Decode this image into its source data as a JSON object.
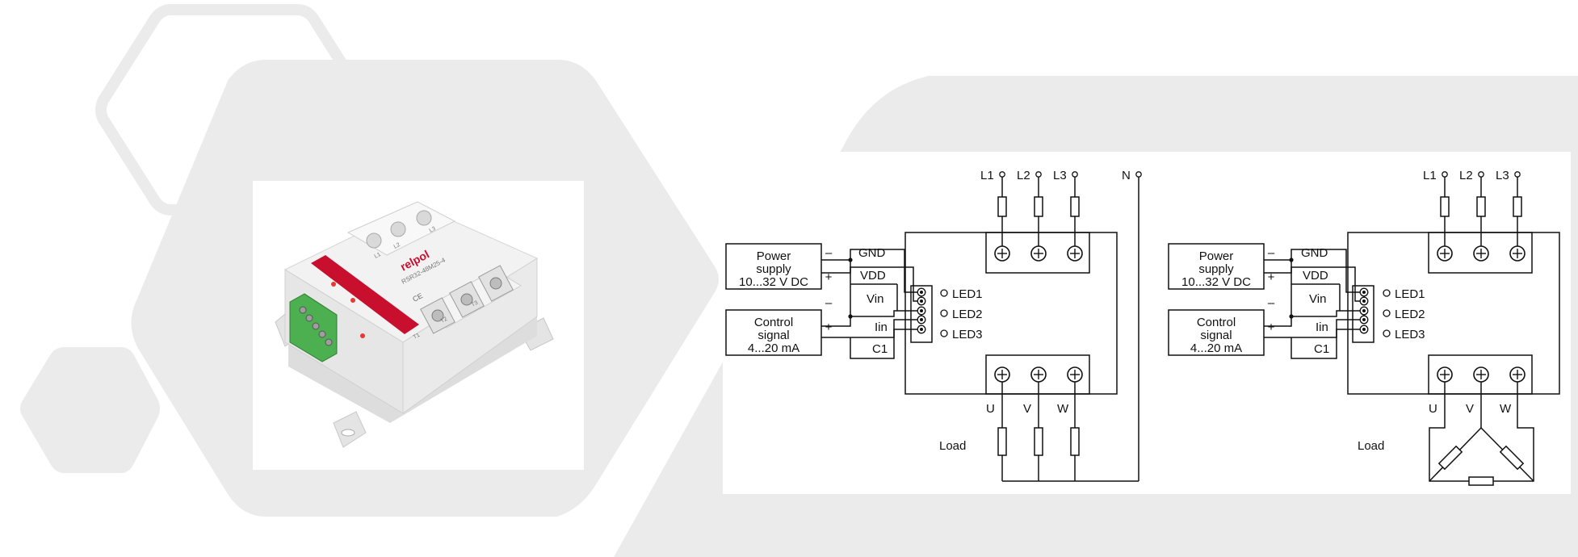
{
  "colors": {
    "background_shape": "#ebebeb",
    "card": "#ffffff",
    "relay_body": "#eeeeee",
    "relay_stripe": "#c8102e",
    "terminal_green": "#4caf50",
    "line": "#111111"
  },
  "product": {
    "brand": "relpol",
    "model": "RSR32-48M25-4",
    "terminal_labels": [
      "L1",
      "L2",
      "L3"
    ],
    "output_labels": [
      "T1",
      "T2",
      "T3"
    ],
    "ce_mark": "CE"
  },
  "diagram_left": {
    "power_supply": {
      "line1": "Power",
      "line2": "supply",
      "line3": "10...32 V DC",
      "minus": "–",
      "plus": "+"
    },
    "control_signal": {
      "line1": "Control",
      "line2": "signal",
      "line3": "4...20 mA",
      "minus": "–",
      "plus": "+"
    },
    "pins": [
      "GND",
      "VDD",
      "Vin",
      "Iin",
      "C1"
    ],
    "leds": [
      "LED1",
      "LED2",
      "LED3"
    ],
    "phases": [
      "L1",
      "L2",
      "L3"
    ],
    "neutral": "N",
    "outputs": [
      "U",
      "V",
      "W"
    ],
    "load_label": "Load"
  },
  "diagram_right": {
    "power_supply": {
      "line1": "Power",
      "line2": "supply",
      "line3": "10...32 V DC",
      "minus": "–",
      "plus": "+"
    },
    "control_signal": {
      "line1": "Control",
      "line2": "signal",
      "line3": "4...20 mA",
      "minus": "–",
      "plus": "+"
    },
    "pins": [
      "GND",
      "VDD",
      "Vin",
      "Iin",
      "C1"
    ],
    "leds": [
      "LED1",
      "LED2",
      "LED3"
    ],
    "phases": [
      "L1",
      "L2",
      "L3"
    ],
    "outputs": [
      "U",
      "V",
      "W"
    ],
    "load_label": "Load"
  }
}
